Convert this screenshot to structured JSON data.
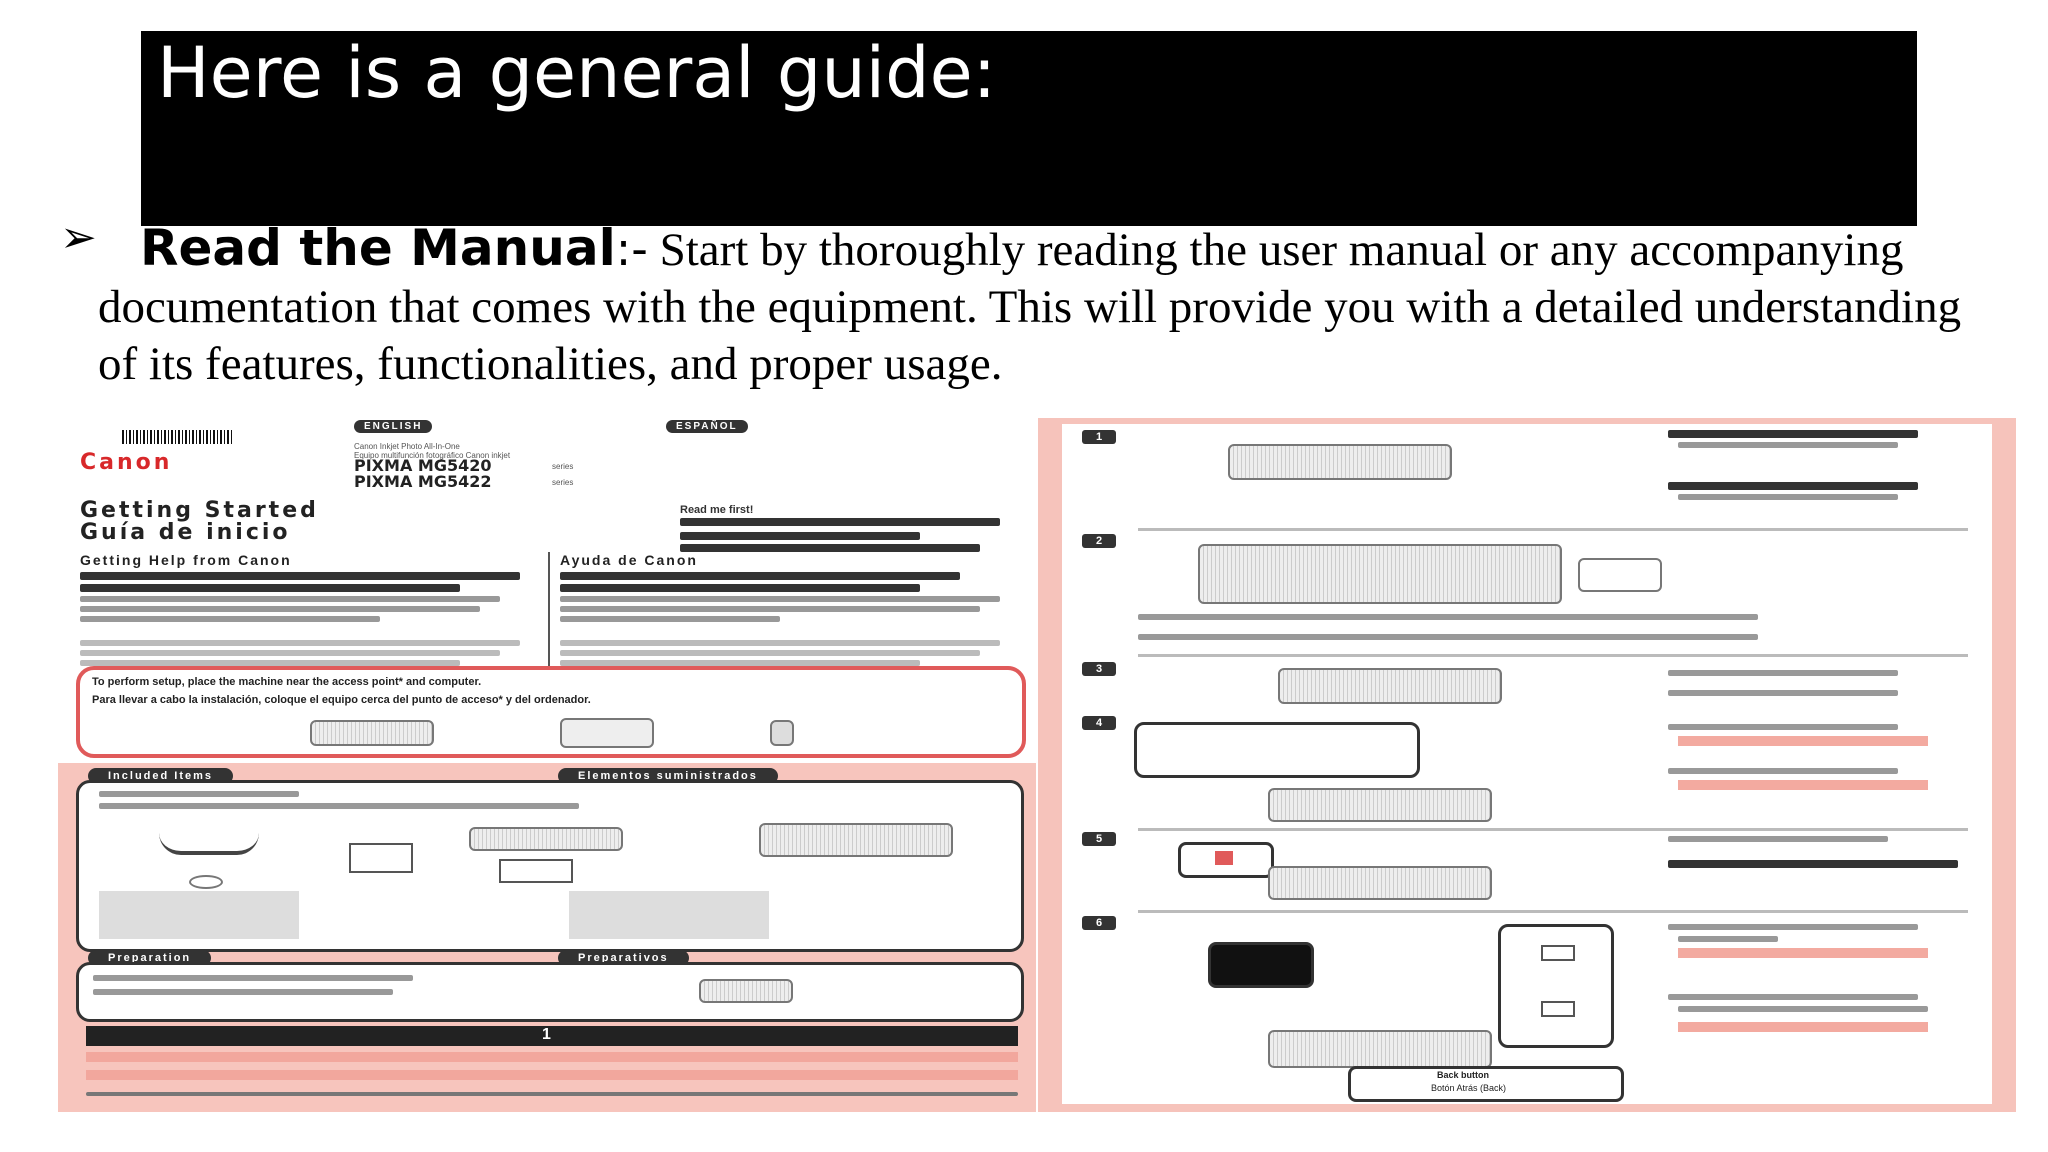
{
  "slide": {
    "title": "Here is a general guide:",
    "bullet_symbol": "➢",
    "bullet_lead": "Read the Manual",
    "bullet_separator": ":-",
    "bullet_body": " Start by thoroughly reading the user manual or any accompanying documentation that comes with the equipment. This will provide you with a detailed understanding of its features, functionalities, and proper usage."
  },
  "manual_left": {
    "brand": "Canon",
    "product_line_1": "Canon Inkjet Photo All-In-One",
    "product_line_2": "Equipo multifunción fotográfico Canon inkjet",
    "model_1": "PIXMA MG5420",
    "model_2": "PIXMA MG5422",
    "series": "series",
    "tab_english": "ENGLISH",
    "tab_spanish": "ESPAÑOL",
    "heading_en": "Getting Started",
    "heading_es": "Guía de inicio",
    "read_first": "Read me first!",
    "help_en": "Getting Help from Canon",
    "help_es": "Ayuda de Canon",
    "setup_en": "To perform setup, place the machine near the access point* and computer.",
    "setup_es": "Para llevar a cabo la instalación, coloque el equipo cerca del punto de acceso* y del ordenador.",
    "included_en": "Included Items",
    "included_es": "Elementos suministrados",
    "prep_en": "Preparation",
    "prep_es": "Preparativos",
    "step_number": "1"
  },
  "manual_right": {
    "steps": [
      "1",
      "2",
      "3",
      "4",
      "5",
      "6"
    ],
    "back_button": "Back button",
    "back_button_es": "Botón Atrás (Back)"
  },
  "colors": {
    "title_bg": "#000000",
    "title_text": "#ffffff",
    "manual_bg": "#f7c5bd",
    "canon_red": "#d8282a"
  }
}
